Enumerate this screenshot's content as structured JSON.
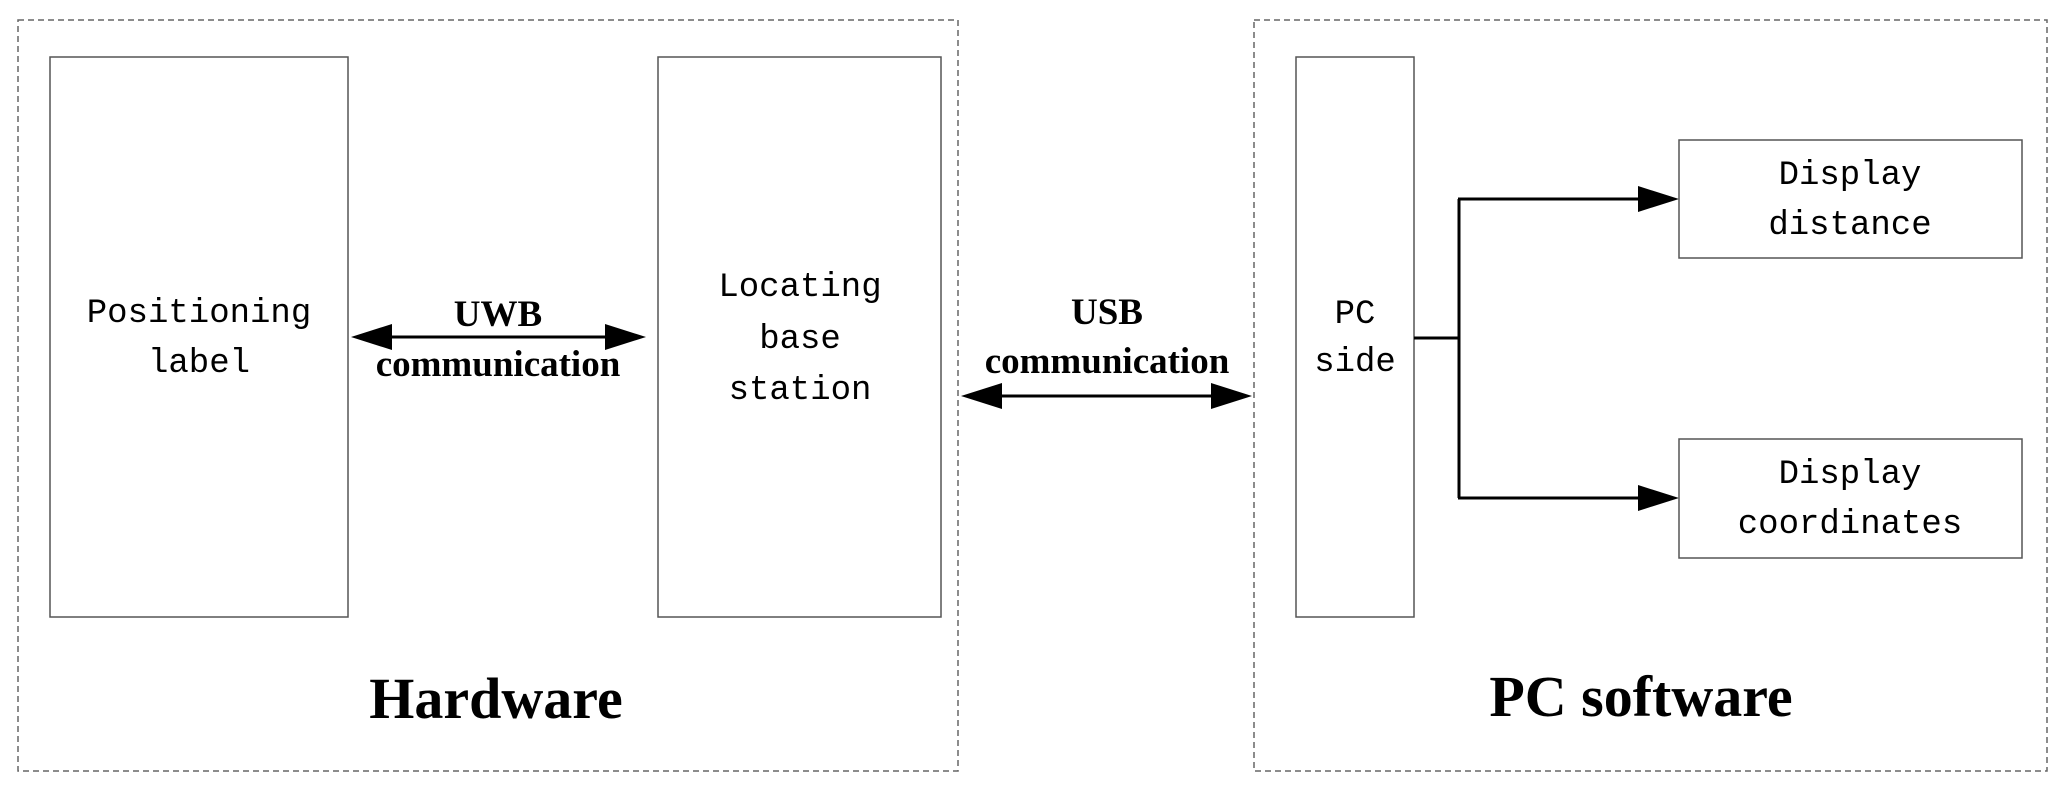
{
  "hardware": {
    "title": "Hardware",
    "positioning_label": [
      "Positioning",
      "label"
    ],
    "locating_base_station": [
      "Locating",
      "base",
      "station"
    ],
    "uwb_link": [
      "UWB",
      "communication"
    ]
  },
  "usb_link": [
    "USB",
    "communication"
  ],
  "pc_software": {
    "title": "PC software",
    "pc_side": [
      "PC",
      "side"
    ],
    "display_distance": [
      "Display",
      "distance"
    ],
    "display_coordinates": [
      "Display",
      "coordinates"
    ]
  }
}
